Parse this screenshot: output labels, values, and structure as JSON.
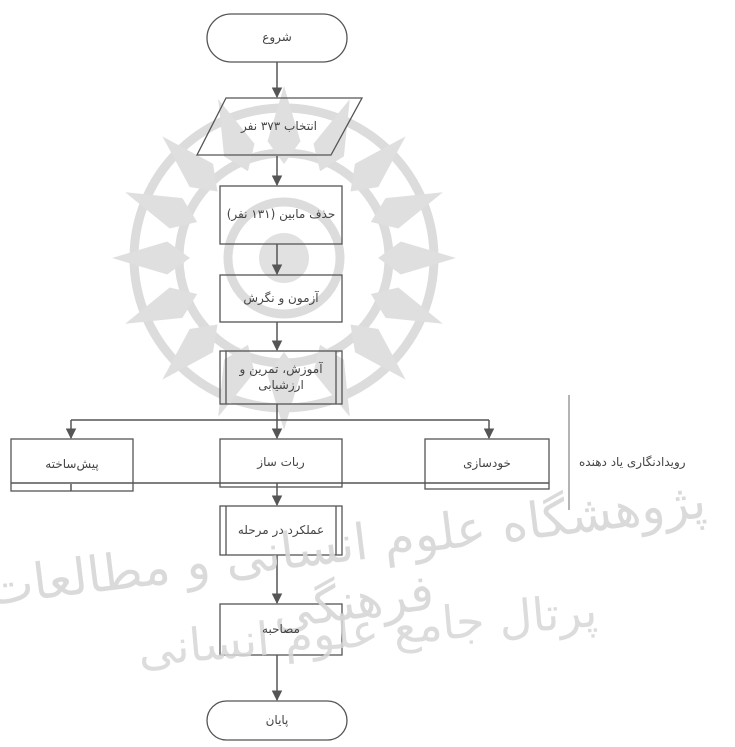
{
  "diagram": {
    "nodes": {
      "start": "شروع",
      "select": "انتخاب ۳۷۳ نفر",
      "remove": "حذف مابین (۱۳۱ نفر)",
      "test": "آزمون و نگرش",
      "training": "آموزش، تمرین و ارزشیابی",
      "prebuilt": "پیش‌ساخته",
      "robot": "ربات ساز",
      "self": "خودسازی",
      "performance": "عملکرد در مرحله",
      "interview": "مصاحبه",
      "end": "پایان"
    },
    "side_label": "رویدادنگاری یاد دهنده"
  },
  "watermark": {
    "line1": "پژوهشگاه علوم انسانی و مطالعات فرهنگی",
    "line2": "پرتال جامع علوم انسانی"
  },
  "colors": {
    "stroke": "#555555",
    "text": "#444444",
    "watermark": "#d4d4d4"
  }
}
